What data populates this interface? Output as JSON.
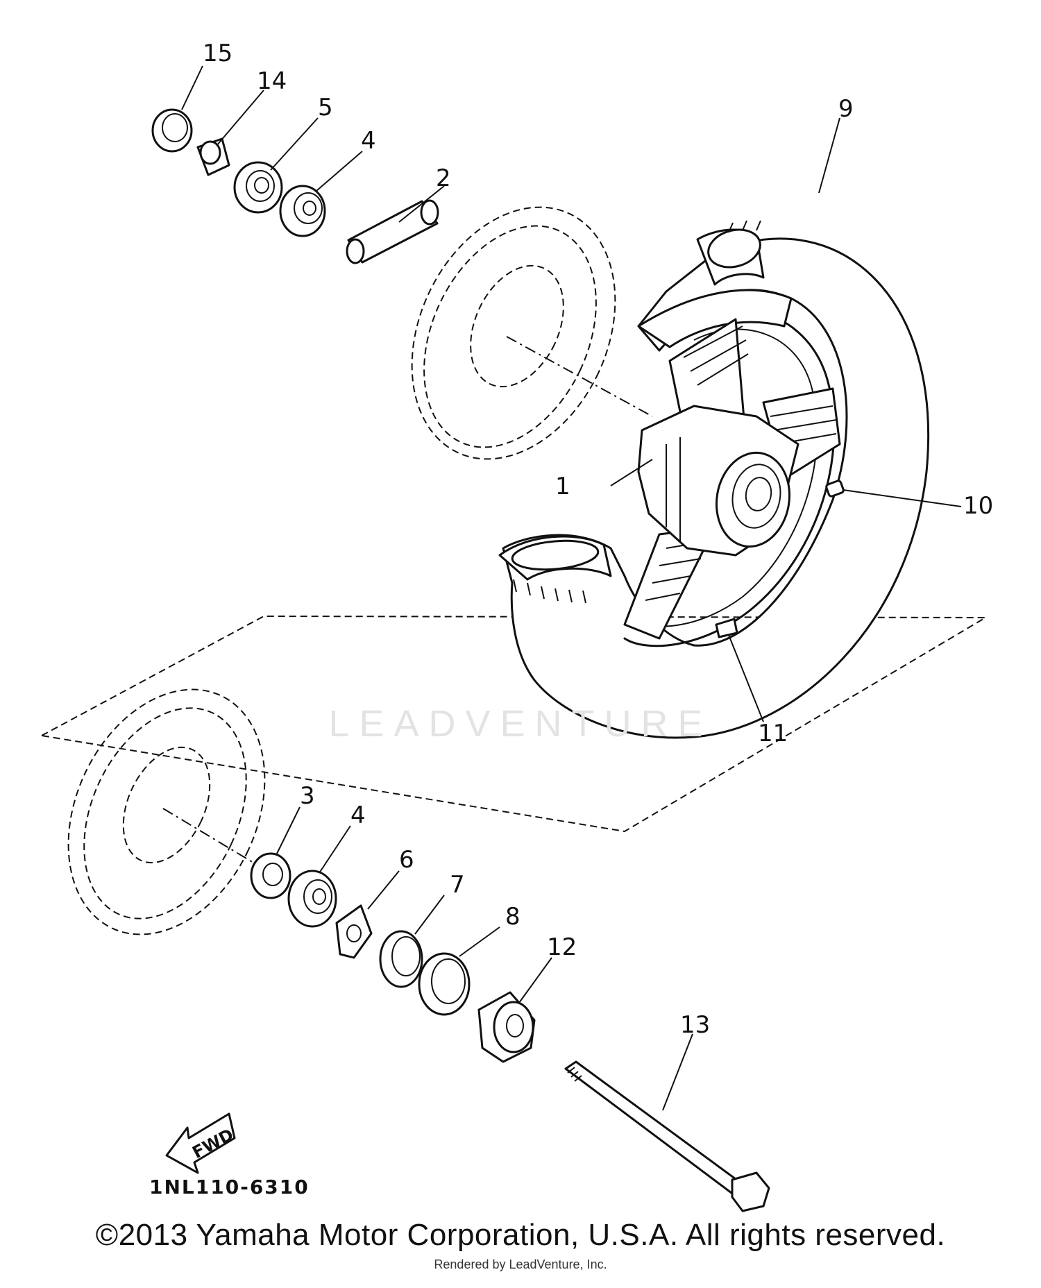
{
  "diagram": {
    "callouts": {
      "c1": "1",
      "c2": "2",
      "c3": "3",
      "c4a": "4",
      "c4b": "4",
      "c5": "5",
      "c6": "6",
      "c7": "7",
      "c8": "8",
      "c9": "9",
      "c10": "10",
      "c11": "11",
      "c12": "12",
      "c13": "13",
      "c14": "14",
      "c15": "15"
    },
    "fwd_label": "FWD",
    "drawing_code": "1NL110-6310"
  },
  "watermark": "LEADVENTURE",
  "footer": {
    "copyright": "©2013 Yamaha Motor Corporation, U.S.A. All rights reserved.",
    "rendered_by": "Rendered by LeadVenture, Inc."
  }
}
